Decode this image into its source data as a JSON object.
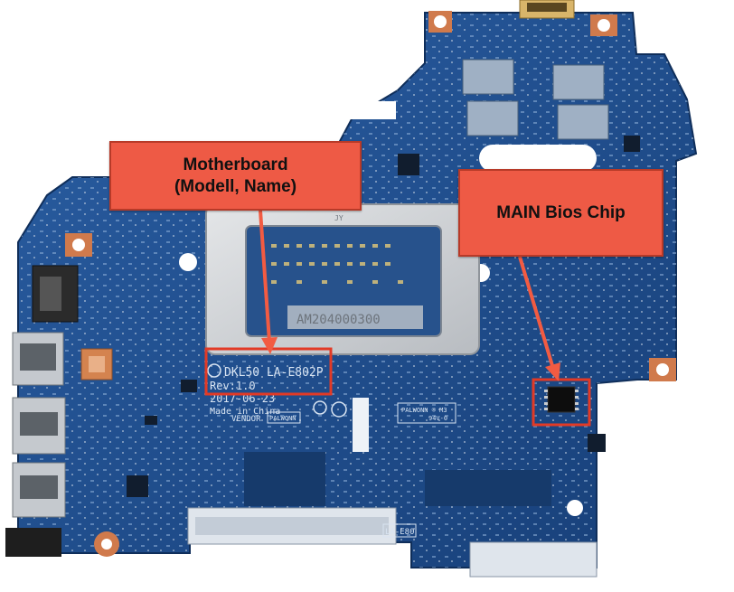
{
  "annotations": {
    "motherboard": {
      "line1": "Motherboard",
      "line2": "(Modell, Name)"
    },
    "bios_chip": {
      "label": "MAIN Bios Chip"
    }
  },
  "board_print": {
    "model": "DKL50  LA-E802P",
    "revision": "Rev:1.0",
    "date": "2017-06-23",
    "origin": "Made in China",
    "vendor_label": "VENDOR",
    "vendor_value": "PALWONN",
    "heatsink_code": "AM204000300",
    "frame_mark": "JY",
    "pcb_mark": "PALWONN ® M3",
    "flame_rating": "94V-0",
    "edge_mark": "LA-E80"
  },
  "colors": {
    "pcb_blue": "#1f4e8c",
    "callout_fill": "#ee5a45",
    "callout_border": "#c7402d",
    "highlight_box": "#e23a26"
  }
}
